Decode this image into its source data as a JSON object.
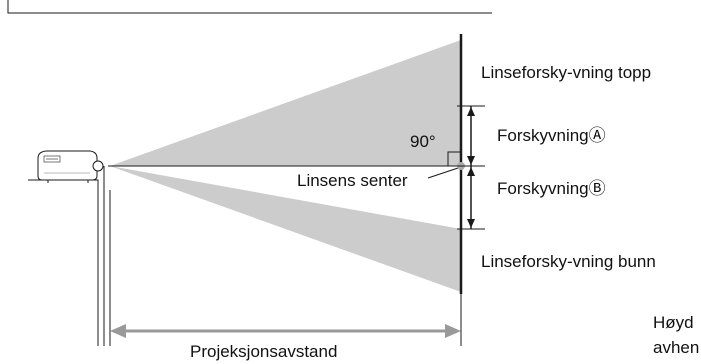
{
  "labels": {
    "lens_shift_top": "Linseforsky-vning topp",
    "shift_a": "ForskyvningⒶ",
    "angle": "90°",
    "lens_center": "Linsens senter",
    "shift_b": "ForskyvningⒷ",
    "lens_shift_bottom": "Linseforsky-vning bunn",
    "projection_distance": "Projeksjonsavstand",
    "note_line1": "Høyd",
    "note_line2": "avhen"
  },
  "colors": {
    "beam": "#cccccc",
    "line": "#1a1a1a",
    "dimension": "#999999",
    "marker": "#aaaaaa"
  }
}
